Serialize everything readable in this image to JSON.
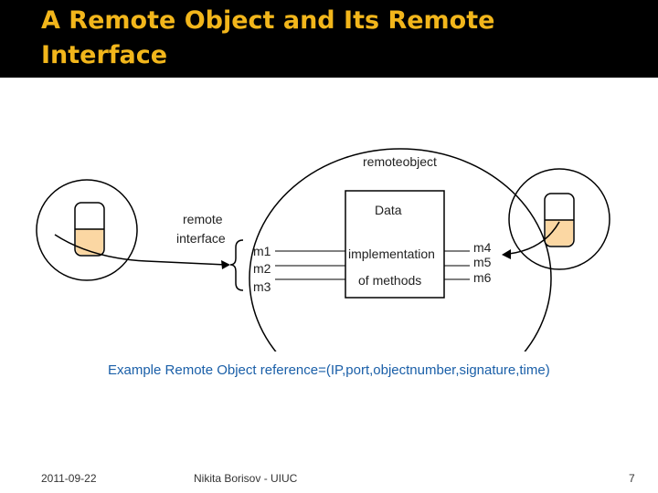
{
  "slide": {
    "title": "A Remote Object and Its Remote Interface",
    "example": "Example Remote Object reference=(IP,port,objectnumber,signature,time)",
    "footer": {
      "date": "2011-09-22",
      "author": "Nikita Borisov - UIUC",
      "page": "7"
    }
  },
  "diagram": {
    "remoteobject_label": "remoteobject",
    "data_label": "Data",
    "remote_interface_label_1": "remote",
    "remote_interface_label_2": "interface",
    "left_methods": [
      "m1",
      "m2",
      "m3"
    ],
    "impl_label_1": "implementation",
    "impl_label_2": "of methods",
    "right_methods": [
      "m4",
      "m5",
      "m6"
    ]
  },
  "colors": {
    "title": "#f2b61b",
    "title_bar": "#000000",
    "process_fill": "#fbd7a3",
    "example_text": "#1a5fa8"
  }
}
